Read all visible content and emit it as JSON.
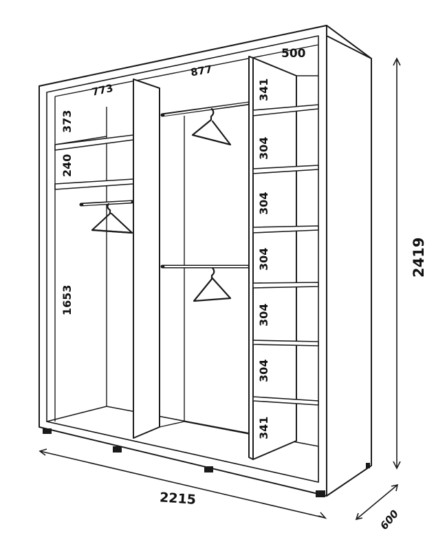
{
  "dimensions": {
    "overall_width": "2215",
    "overall_height": "2419",
    "overall_depth": "600",
    "section_left_width": "773",
    "section_middle_width": "877",
    "section_right_width": "500",
    "left_shelf_top": "373",
    "left_shelf_second": "240",
    "left_hanging": "1653",
    "right_shelf_1": "341",
    "right_shelf_2": "304",
    "right_shelf_3": "304",
    "right_shelf_4": "304",
    "right_shelf_5": "304",
    "right_shelf_6": "304",
    "right_shelf_7": "341"
  }
}
